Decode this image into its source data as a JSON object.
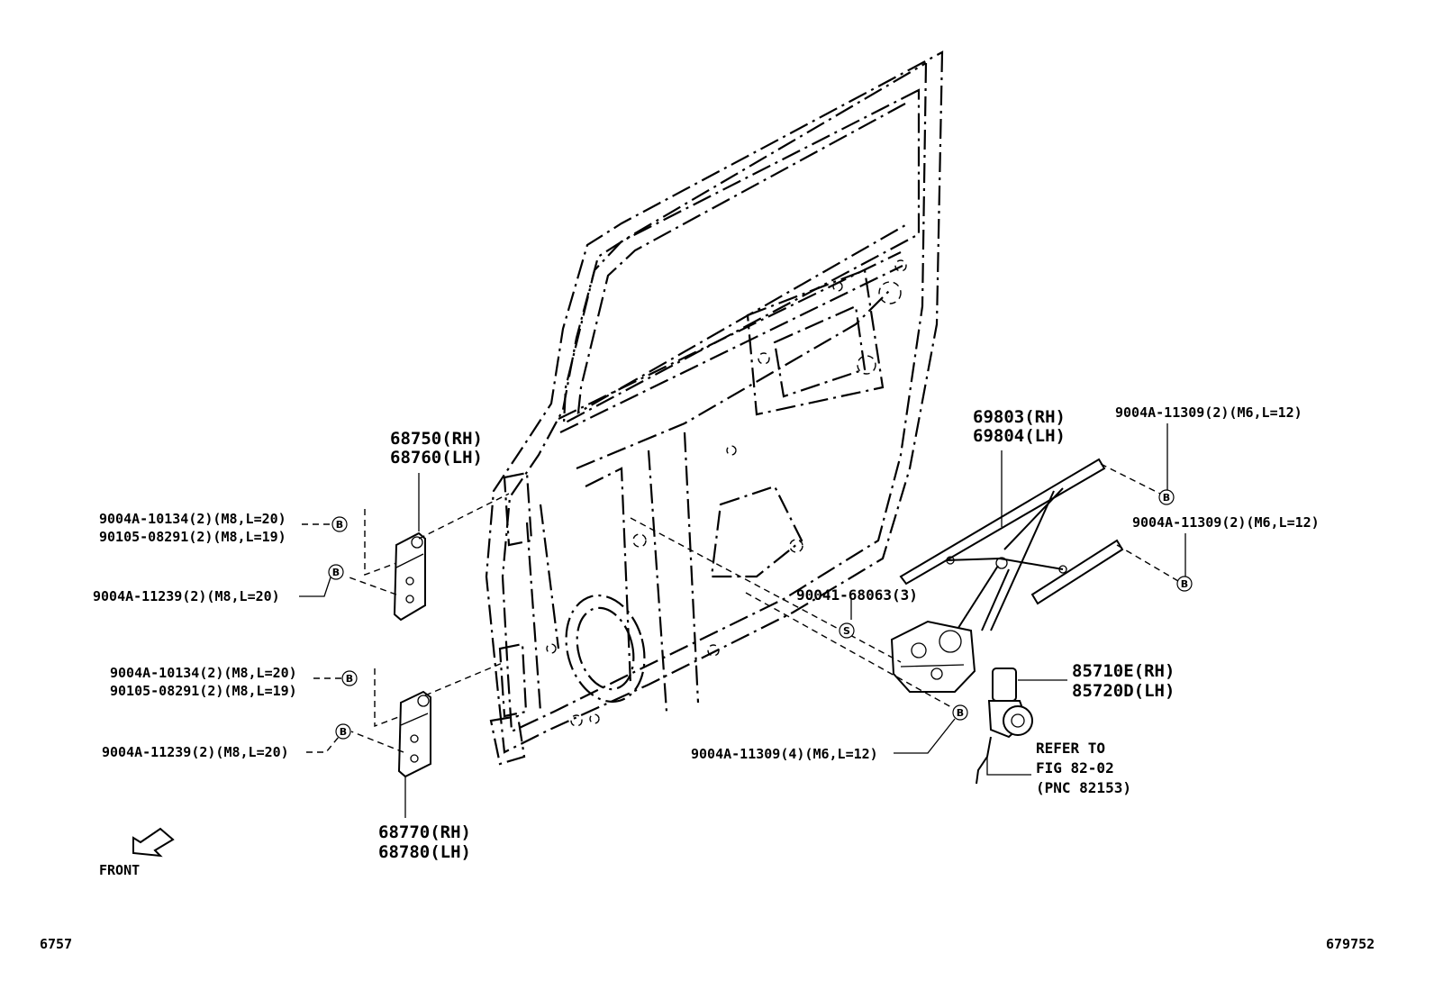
{
  "labels": {
    "hinge_upper": [
      "68750(RH)",
      "68760(LH)"
    ],
    "hinge_lower": [
      "68770(RH)",
      "68780(LH)"
    ],
    "regulator": [
      "69803(RH)",
      "69804(LH)"
    ],
    "motor": [
      "85710E(RH)",
      "85720D(LH)"
    ],
    "bolt_upper_a": "9004A-10134(2)(M8,L=20)",
    "bolt_upper_b": "90105-08291(2)(M8,L=19)",
    "bolt_upper_c": "9004A-11239(2)(M8,L=20)",
    "bolt_lower_a": "9004A-10134(2)(M8,L=20)",
    "bolt_lower_b": "90105-08291(2)(M8,L=19)",
    "bolt_lower_c": "9004A-11239(2)(M8,L=20)",
    "bolt_reg_top": "9004A-11309(2)(M6,L=12)",
    "bolt_reg_mid": "9004A-11309(2)(M6,L=12)",
    "bolt_reg_low": "9004A-11309(4)(M6,L=12)",
    "screw_s": "90041-68063(3)",
    "refer": [
      "REFER TO",
      "FIG 82-02",
      "(PNC 82153)"
    ],
    "front": "FRONT",
    "corner_left": "6757",
    "corner_right": "679752"
  },
  "symbols": {
    "bolt": "B",
    "screw": "S"
  }
}
